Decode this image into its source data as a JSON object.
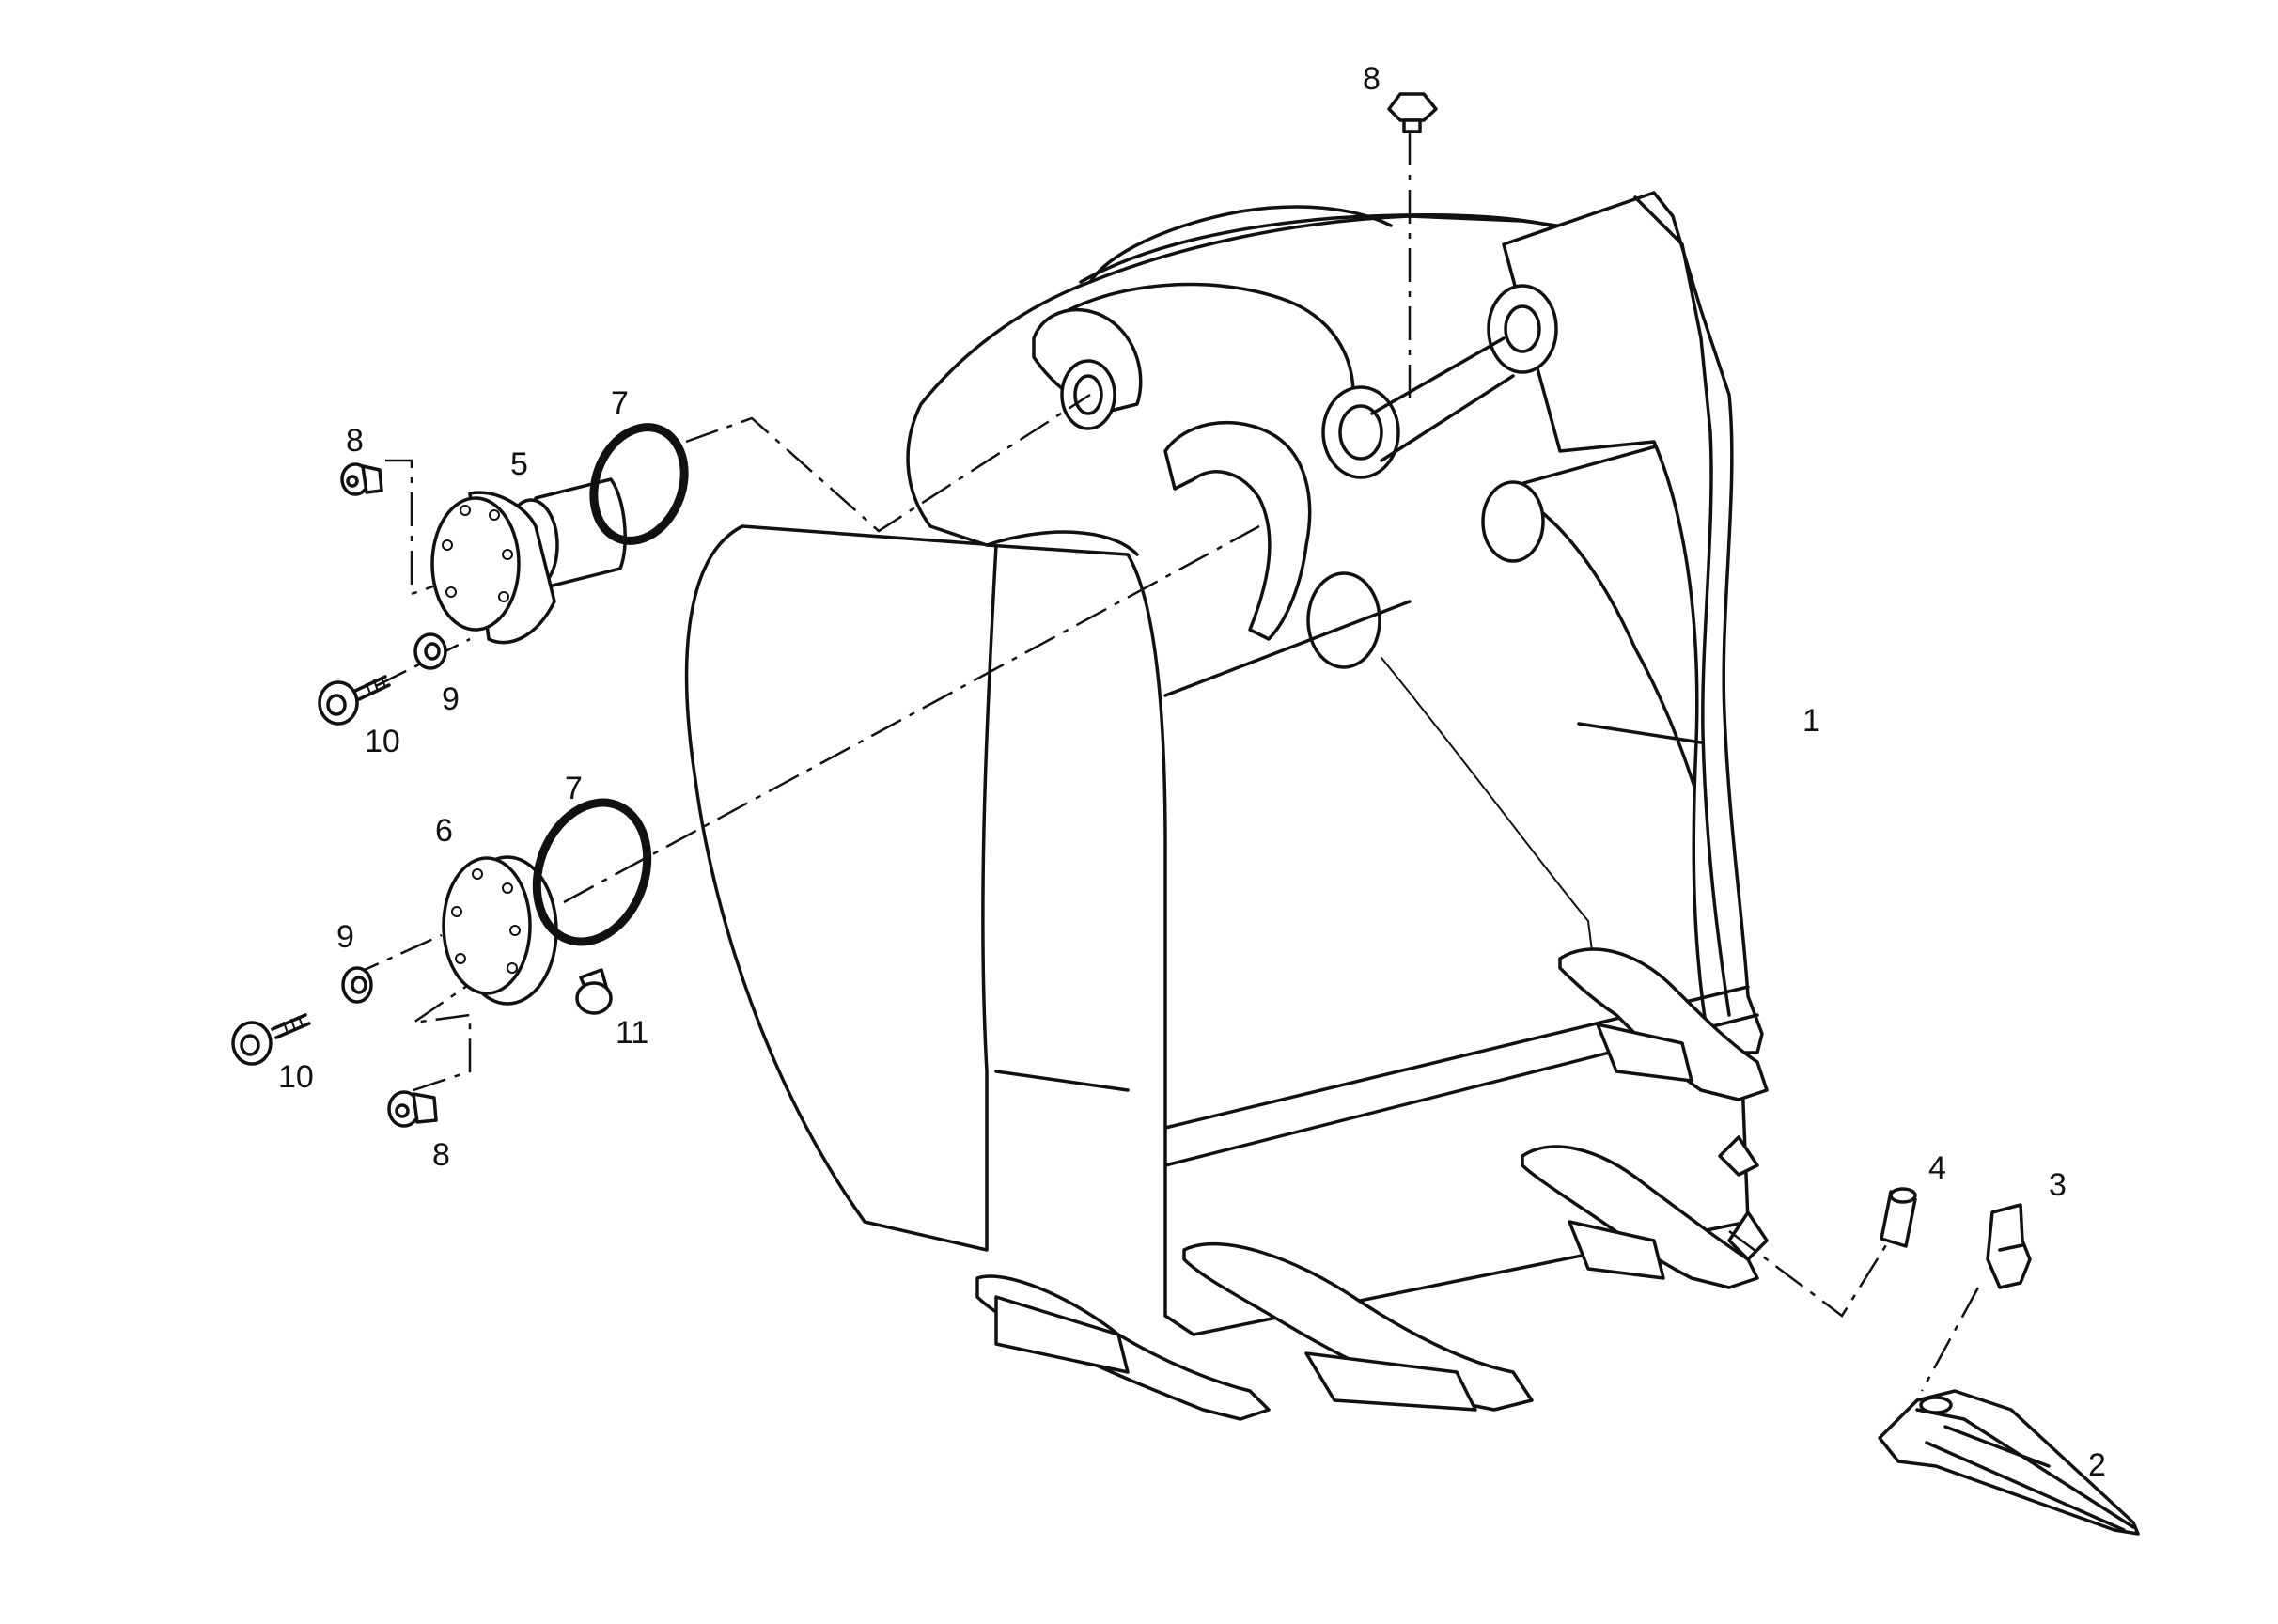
{
  "callouts": {
    "c1": "1",
    "c2": "2",
    "c3": "3",
    "c4": "4",
    "c5": "5",
    "c6": "6",
    "c7a": "7",
    "c7b": "7",
    "c8a": "8",
    "c8b": "8",
    "c8c": "8",
    "c9a": "9",
    "c9b": "9",
    "c10a": "10",
    "c10b": "10",
    "c11": "11"
  },
  "colors": {
    "ink": "#111111",
    "paper": "#ffffff"
  }
}
